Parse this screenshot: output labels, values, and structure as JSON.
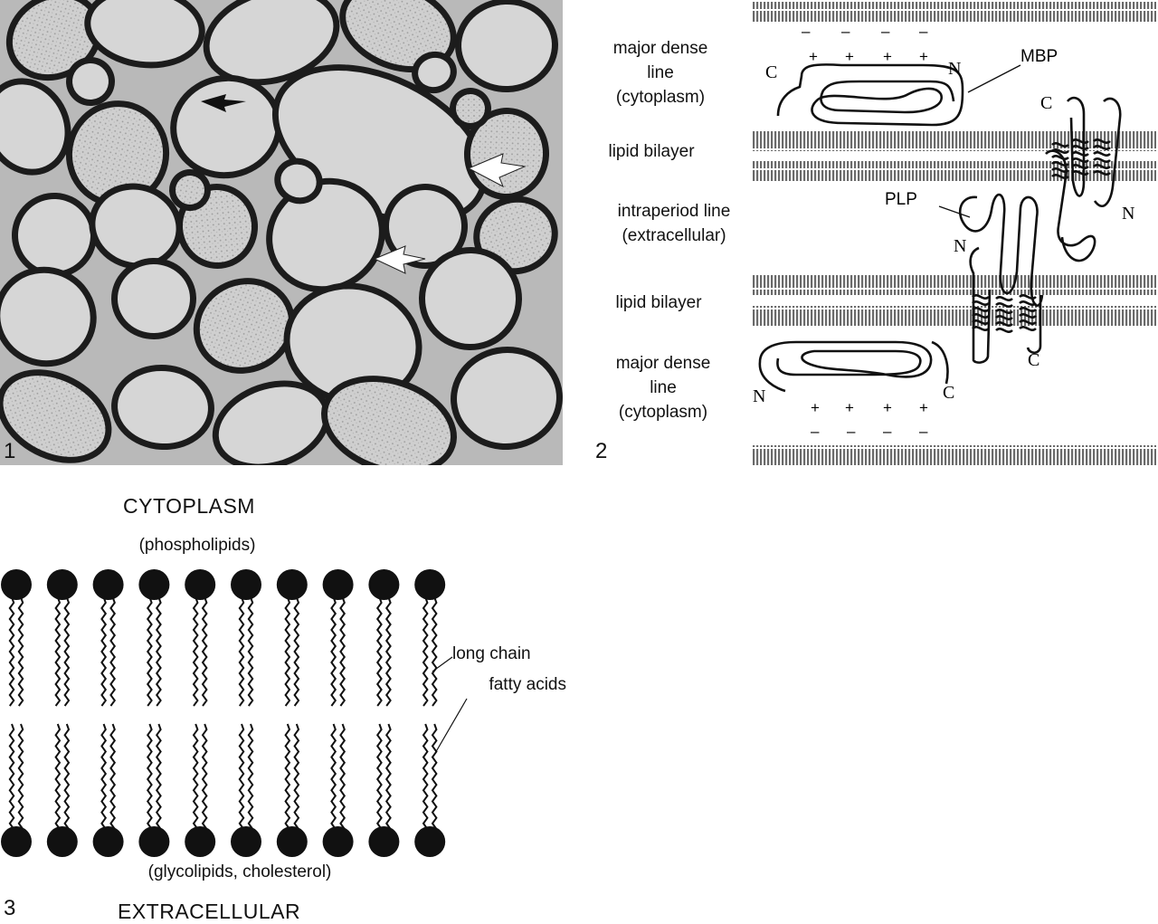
{
  "figure": {
    "panel1": {
      "number": "1"
    },
    "panel2": {
      "number": "2",
      "layers": {
        "major_dense_top": [
          "major dense",
          "line",
          "(cytoplasm)"
        ],
        "lipid_bilayer_top": "lipid bilayer",
        "intraperiod": [
          "intraperiod line",
          "(extracellular)"
        ],
        "lipid_bilayer_bottom": "lipid bilayer",
        "major_dense_bottom": [
          "major dense",
          "line",
          "(cytoplasm)"
        ]
      },
      "proteins": {
        "mbp": "MBP",
        "plp": "PLP"
      },
      "termini": {
        "c": "C",
        "n": "N"
      },
      "charges": {
        "plus": "+",
        "minus": "–"
      }
    },
    "panel3": {
      "number": "3",
      "top_title": "CYTOPLASM",
      "top_subtitle": "(phospholipids)",
      "chain_label": [
        "long chain",
        "fatty acids"
      ],
      "bottom_subtitle": "(glycolipids, cholesterol)",
      "bottom_title": "EXTRACELLULAR"
    }
  },
  "colors": {
    "ink": "#111111",
    "micrograph_bg": "#c9c9c9",
    "myelin": "#1a1a1a",
    "axon": "#d8d8d8"
  }
}
